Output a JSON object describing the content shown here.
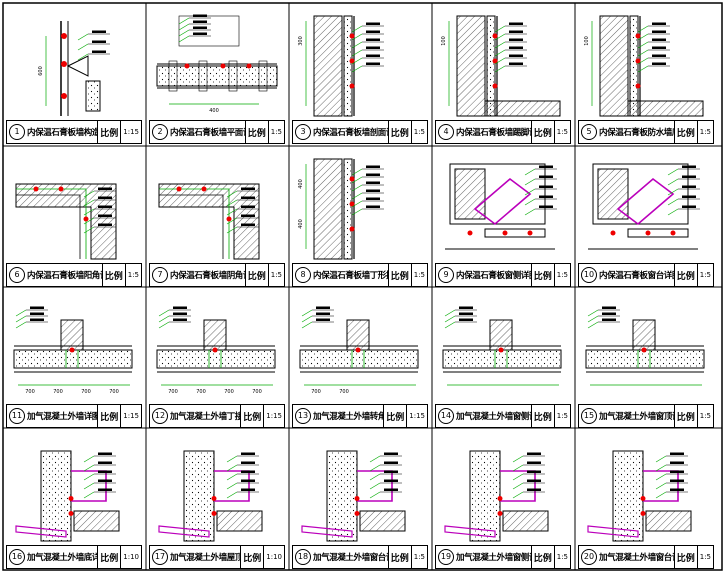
{
  "sheet": {
    "details": [
      {
        "num": "1",
        "title": "内保温石膏板墙构造示意",
        "scale_label": "比例",
        "scale": "1:15",
        "dims": [
          "600"
        ]
      },
      {
        "num": "2",
        "title": "内保温石膏板墙平面详图",
        "scale_label": "比例",
        "scale": "1:5",
        "dims": [
          "400"
        ]
      },
      {
        "num": "3",
        "title": "内保温石膏板墙剖面详图",
        "scale_label": "比例",
        "scale": "1:5",
        "dims": [
          "300"
        ]
      },
      {
        "num": "4",
        "title": "内保温石膏板墙踢脚详图",
        "scale_label": "比例",
        "scale": "1:5",
        "dims": [
          "100"
        ]
      },
      {
        "num": "5",
        "title": "内保温石膏板防水墙底详图",
        "scale_label": "比例",
        "scale": "1:5",
        "dims": [
          "100"
        ]
      },
      {
        "num": "6",
        "title": "内保温石膏板墙阳角详图",
        "scale_label": "比例",
        "scale": "1:5",
        "dims": []
      },
      {
        "num": "7",
        "title": "内保温石膏板墙阴角详图",
        "scale_label": "比例",
        "scale": "1:5",
        "dims": []
      },
      {
        "num": "8",
        "title": "内保温石膏板墙丁形接详图",
        "scale_label": "比例",
        "scale": "1:5",
        "dims": [
          "400",
          "400"
        ]
      },
      {
        "num": "9",
        "title": "内保温石膏板窗侧详图",
        "scale_label": "比例",
        "scale": "1:5",
        "dims": []
      },
      {
        "num": "10",
        "title": "内保温石膏板窗台详图",
        "scale_label": "比例",
        "scale": "1:5",
        "dims": []
      },
      {
        "num": "11",
        "title": "加气混凝土外墙详图",
        "scale_label": "比例",
        "scale": "1:15",
        "dims": [
          "700",
          "700",
          "700",
          "700"
        ]
      },
      {
        "num": "12",
        "title": "加气混凝土外墙丁接详图",
        "scale_label": "比例",
        "scale": "1:15",
        "dims": [
          "700",
          "700",
          "700",
          "700"
        ]
      },
      {
        "num": "13",
        "title": "加气混凝土外墙转角详图",
        "scale_label": "比例",
        "scale": "1:15",
        "dims": [
          "700",
          "700"
        ]
      },
      {
        "num": "14",
        "title": "加气混凝土外墙窗侧详图",
        "scale_label": "比例",
        "scale": "1:5",
        "dims": []
      },
      {
        "num": "15",
        "title": "加气混凝土外墙窗顶详图",
        "scale_label": "比例",
        "scale": "1:5",
        "dims": []
      },
      {
        "num": "16",
        "title": "加气混凝土外墙底详图",
        "scale_label": "比例",
        "scale": "1:10",
        "dims": []
      },
      {
        "num": "17",
        "title": "加气混凝土外墙屋顶详图",
        "scale_label": "比例",
        "scale": "1:10",
        "dims": []
      },
      {
        "num": "18",
        "title": "加气混凝土外墙窗台详图",
        "scale_label": "比例",
        "scale": "1:5",
        "dims": []
      },
      {
        "num": "19",
        "title": "加气混凝土外墙窗侧详图",
        "scale_label": "比例",
        "scale": "1:5",
        "dims": []
      },
      {
        "num": "20",
        "title": "加气混凝土外墙窗台详图",
        "scale_label": "比例",
        "scale": "1:5",
        "dims": []
      }
    ]
  }
}
